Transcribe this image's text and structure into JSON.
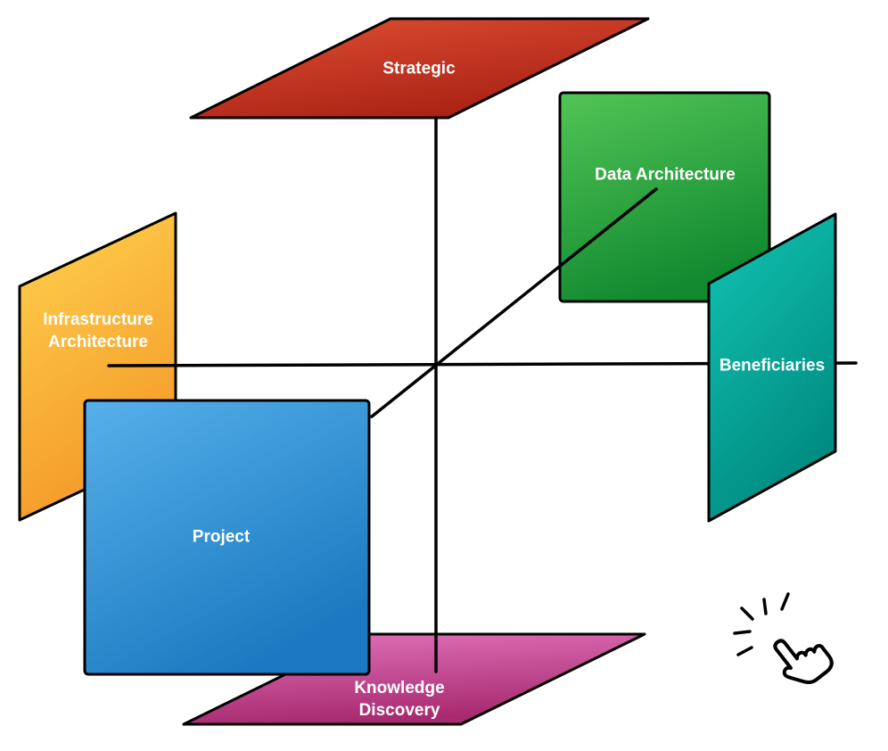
{
  "diagram": {
    "type": "cube-faces-diagram",
    "panels": {
      "strategic": {
        "label": "Strategic",
        "color_top": "#df4f33",
        "color_bottom": "#a92114"
      },
      "data_architecture": {
        "label": "Data Architecture",
        "color_top": "#53c556",
        "color_bottom": "#128a30"
      },
      "beneficiaries": {
        "label": "Beneficiaries",
        "color_top": "#12c5b3",
        "color_bottom": "#008b82"
      },
      "infrastructure_architecture": {
        "label": "Infrastructure Architecture",
        "color_top": "#ffd24f",
        "color_bottom": "#f49a28"
      },
      "project": {
        "label": "Project",
        "color_top": "#57b0ea",
        "color_bottom": "#1a79c0"
      },
      "knowledge_discovery": {
        "label": "Knowledge Discovery",
        "color_top": "#e173bb",
        "color_bottom": "#a82a6f"
      }
    },
    "label_text_color": "#ffffff",
    "lines": {
      "color": "#000000"
    },
    "icons": {
      "click_hint": "tap-click-cursor-icon"
    }
  }
}
